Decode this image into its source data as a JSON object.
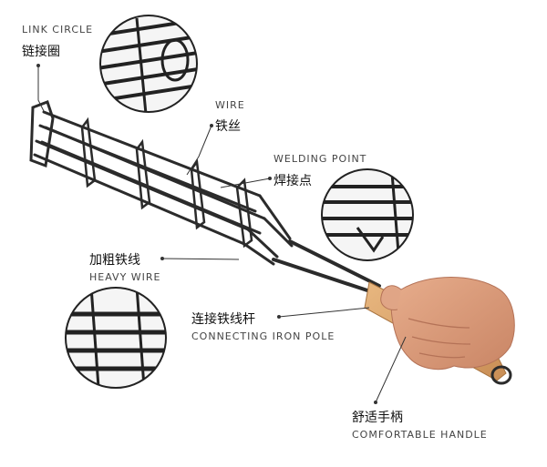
{
  "labels": {
    "link_circle": {
      "en": "LINK CIRCLE",
      "zh": "链接圈"
    },
    "wire": {
      "en": "WIRE",
      "zh": "铁丝"
    },
    "welding_point": {
      "en": "WELDING POINT",
      "zh": "焊接点"
    },
    "heavy_wire": {
      "en": "HEAVY WIRE",
      "zh": "加粗铁线"
    },
    "connecting_iron_pole": {
      "en": "CONNECTING IRON POLE",
      "zh": "连接铁线杆"
    },
    "comfortable_handle": {
      "en": "COMFORTABLE HANDLE",
      "zh": "舒适手柄"
    }
  },
  "colors": {
    "metal": "#2b2b2b",
    "wood": "#d9a36a",
    "skin": "#d89b78",
    "leader": "#333333",
    "circle_border": "#222222"
  }
}
